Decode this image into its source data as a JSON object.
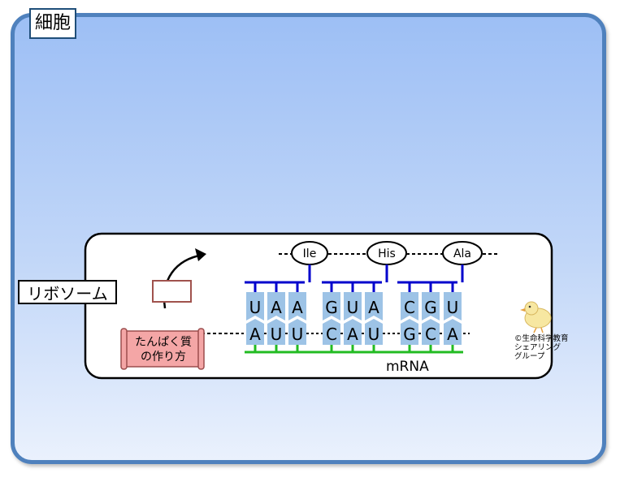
{
  "cell": {
    "label": "細胞"
  },
  "ribosome": {
    "label": "リボソーム"
  },
  "scroll": {
    "line1": "たんぱく質",
    "line2": "の作り方"
  },
  "mrna": {
    "label": "mRNA"
  },
  "amino_acids": [
    "Ile",
    "His",
    "Ala"
  ],
  "trna_bases": [
    "U",
    "A",
    "A",
    "G",
    "U",
    "A",
    "C",
    "G",
    "U"
  ],
  "mrna_bases": [
    "A",
    "U",
    "U",
    "C",
    "A",
    "U",
    "G",
    "C",
    "A"
  ],
  "credit": {
    "line1": "©生命科学教育",
    "line2": "シェアリング",
    "line3": "グループ"
  },
  "colors": {
    "cell_border": "#4f81bd",
    "base_tile": "#9dc3e6",
    "trna_line": "#0000cc",
    "mrna_line": "#22bb22",
    "scroll_fill": "#f4a6a6",
    "scroll_border": "#9b4d4d"
  }
}
